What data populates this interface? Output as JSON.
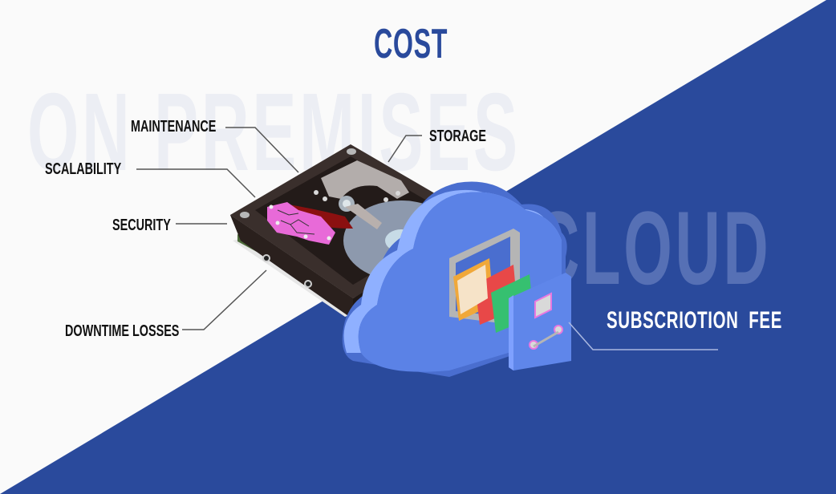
{
  "title": "COST",
  "watermarks": {
    "left": "ON PREMISES",
    "right": "CLOUD"
  },
  "on_premises": {
    "labels": [
      {
        "id": "maintenance",
        "text": "MAINTENANCE"
      },
      {
        "id": "storage",
        "text": "STORAGE"
      },
      {
        "id": "scalability",
        "text": "SCALABILITY"
      },
      {
        "id": "security",
        "text": "SECURITY"
      },
      {
        "id": "downtime",
        "text": "DOWNTIME LOSSES"
      }
    ],
    "illustration": "hard-drive"
  },
  "cloud": {
    "labels": [
      {
        "id": "subscription",
        "text": "SUBSCRIOTION  FEE"
      }
    ],
    "illustration": "cloud-file-cabinet"
  },
  "colors": {
    "background_light": "#fafafa",
    "background_blue": "#2a4a9c",
    "title": "#2a4a9c",
    "watermark_light": "#eceef4",
    "watermark_blue": "#5670b5",
    "label_dark": "#111111",
    "label_light": "#ffffff",
    "leader_dark": "#555555",
    "leader_light": "#aab8e0"
  }
}
